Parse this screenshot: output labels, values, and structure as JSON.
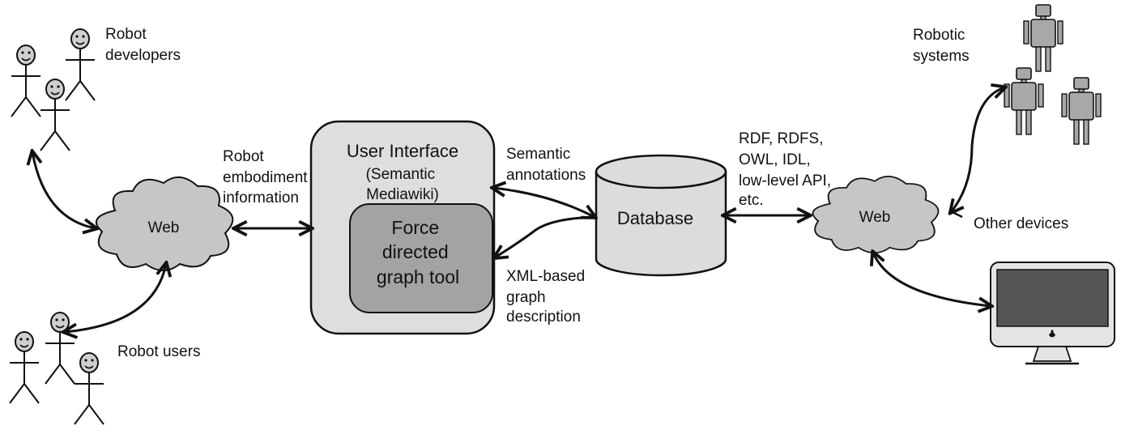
{
  "colors": {
    "stroke": "#111111",
    "cloud_fill": "#c6c6c6",
    "ui_box_fill": "#dedede",
    "tool_box_fill": "#a3a3a3",
    "db_fill": "#dcdcdc",
    "robot_fill": "#a8a8a8",
    "face_fill": "#cfcfcf",
    "monitor_screen": "#555555",
    "monitor_body": "#e4e4e4"
  },
  "actors": {
    "developers_label": [
      "Robot",
      "developers"
    ],
    "users_label": "Robot users",
    "robotic_systems_label": [
      "Robotic",
      "systems"
    ],
    "other_devices_label": "Other devices",
    "actor_icon": "stick-figure-icon",
    "robot_icon": "robot-icon",
    "device_icon": "computer-monitor-icon"
  },
  "clouds": {
    "left": "Web",
    "right": "Web"
  },
  "ui_box": {
    "title": "User Interface",
    "subtitle": [
      "(Semantic",
      "Mediawiki)"
    ],
    "tool": [
      "Force",
      "directed",
      "graph tool"
    ]
  },
  "database": {
    "label": "Database"
  },
  "edge_labels": {
    "embodiment": [
      "Robot",
      "embodiment",
      "information"
    ],
    "semantic": [
      "Semantic",
      "annotations"
    ],
    "xml": [
      "XML-based",
      "graph",
      "description"
    ],
    "formats": [
      "RDF, RDFS,",
      "OWL, IDL,",
      "low-level API,",
      "etc."
    ]
  }
}
